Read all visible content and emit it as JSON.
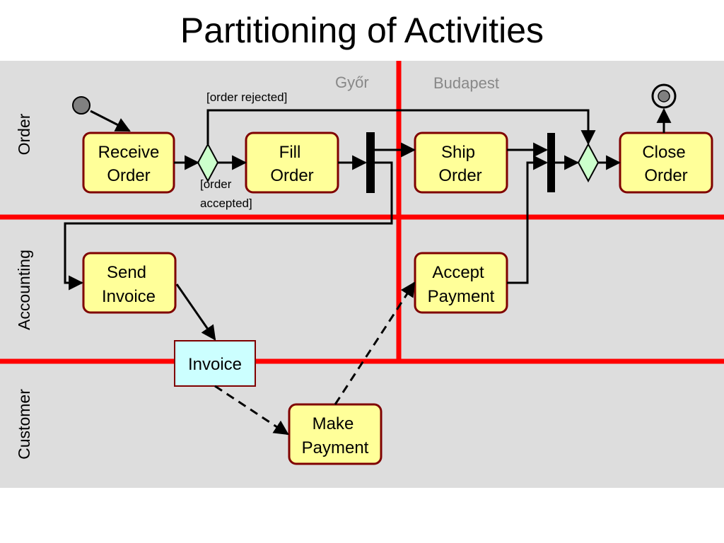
{
  "title": "Partitioning of Activities",
  "swimlanes": [
    "Order",
    "Accounting",
    "Customer"
  ],
  "locations": [
    "Győr",
    "Budapest"
  ],
  "activities": {
    "receive_order": [
      "Receive",
      "Order"
    ],
    "fill_order": [
      "Fill",
      "Order"
    ],
    "ship_order": [
      "Ship",
      "Order"
    ],
    "close_order": [
      "Close",
      "Order"
    ],
    "send_invoice": [
      "Send",
      "Invoice"
    ],
    "accept_payment": [
      "Accept",
      "Payment"
    ],
    "make_payment": [
      "Make",
      "Payment"
    ]
  },
  "object_node": "Invoice",
  "guards": {
    "rejected": "[order rejected]",
    "accepted": [
      "[order",
      "accepted]"
    ]
  },
  "colors": {
    "lane_background": "#dddddd",
    "partition_line": "#ff0000",
    "activity_fill": "#ffff99",
    "activity_border": "#7f0000",
    "object_fill": "#ccffff",
    "decision_fill": "#ccffcc"
  }
}
